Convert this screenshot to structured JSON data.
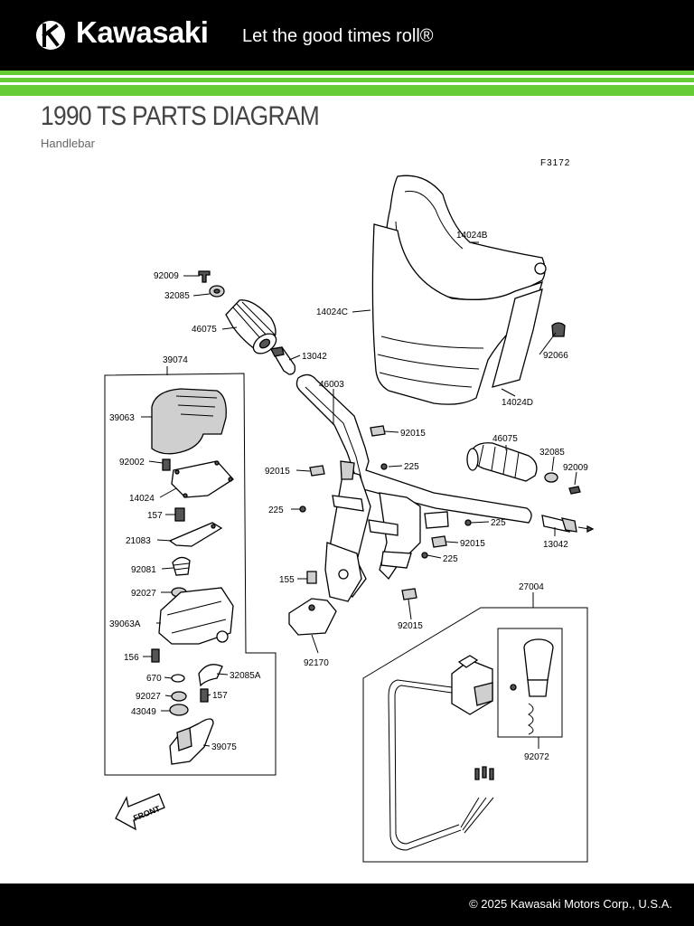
{
  "header": {
    "brand": "Kawasaki",
    "tagline": "Let the good times roll®",
    "brand_color": "#000000",
    "accent_color": "#66cc33"
  },
  "page": {
    "title": "1990 TS PARTS DIAGRAM",
    "subtitle": "Handlebar"
  },
  "diagram": {
    "figure_code": "F3172",
    "front_label": "FRONT",
    "labels": {
      "p92009_a": "92009",
      "p32085_a": "32085",
      "p46075_a": "46075",
      "p13042_a": "13042",
      "p14024b": "14024B",
      "p14024c": "14024C",
      "p92066": "92066",
      "p14024d": "14024D",
      "p39074": "39074",
      "p46003": "46003",
      "p39063": "39063",
      "p92015_a": "92015",
      "p46075_b": "46075",
      "p32085_b": "32085",
      "p92002": "92002",
      "p225_a": "225",
      "p92009_b": "92009",
      "p92015_b": "92015",
      "p14024": "14024",
      "p225_b": "225",
      "p157_a": "157",
      "p225_c": "225",
      "p21083": "21083",
      "p92015_c": "92015",
      "p13042_b": "13042",
      "p225_d": "225",
      "p92081": "92081",
      "p155": "155",
      "p27004": "27004",
      "p92027_a": "92027",
      "p92015_d": "92015",
      "p39063a": "39063A",
      "p156": "156",
      "p92170": "92170",
      "p670": "670",
      "p32085a": "32085A",
      "p92027_b": "92027",
      "p157_b": "157",
      "p43049": "43049",
      "p92072": "92072",
      "p39075": "39075"
    }
  },
  "footer": {
    "copyright": "© 2025 Kawasaki Motors Corp., U.S.A."
  }
}
